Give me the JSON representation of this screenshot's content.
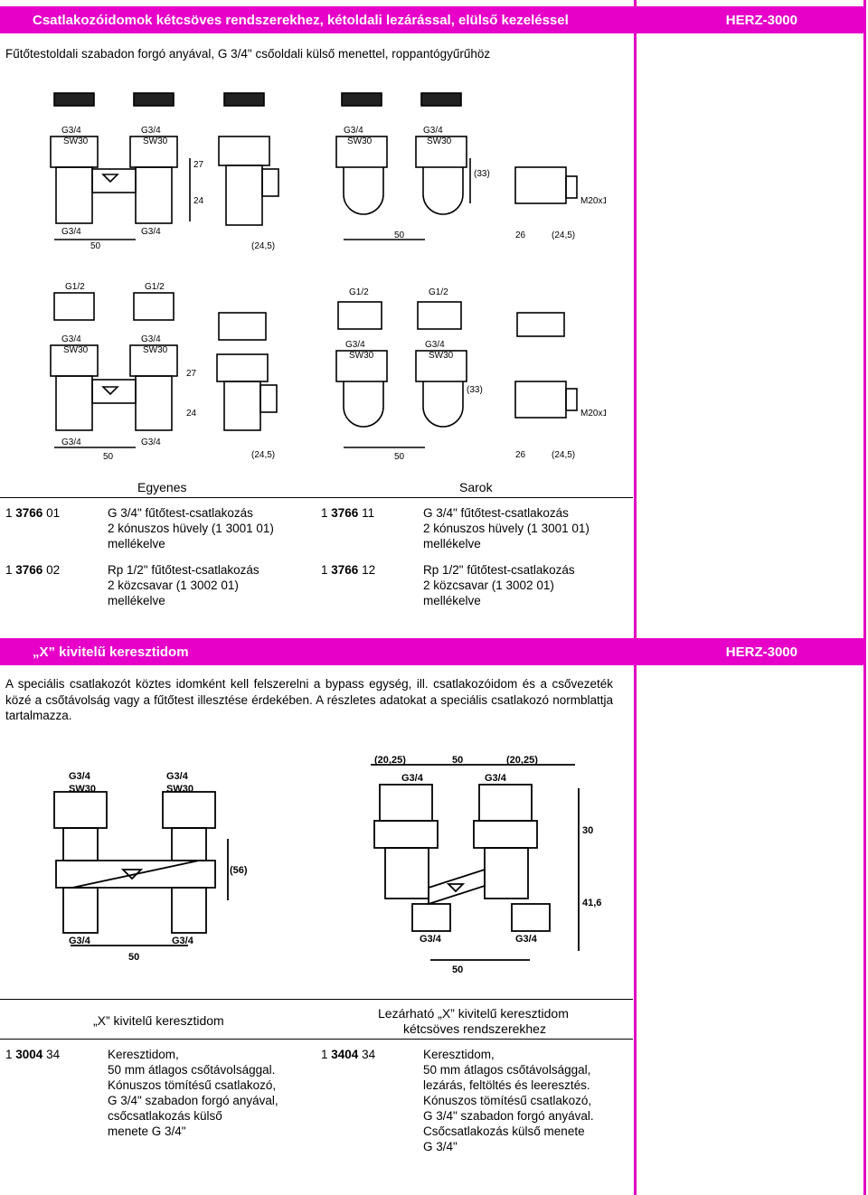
{
  "header1": {
    "title": "Csatlakozóidomok kétcsöves rendszerekhez, kétoldali lezárással, elülső kezeléssel",
    "brand": "HERZ-3000"
  },
  "subtitle": "Fűtőtestoldali szabadon forgó anyával, G 3/4\" csőoldali külső menettel, roppantógyűrűhöz",
  "drawing_labels": {
    "g34": "G3/4",
    "sw30": "SW30",
    "g12": "G1/2",
    "d50": "50",
    "d27": "27",
    "d24": "24",
    "d245": "(24,5)",
    "d33": "(33)",
    "d26": "26",
    "m20": "M20x1"
  },
  "table1": {
    "left_head": "Egyenes",
    "right_head": "Sarok",
    "left": [
      {
        "code_pre": "1 ",
        "code_bold": "3766",
        "code_post": " 01",
        "lines": [
          "G 3/4\" fűtőtest-csatlakozás",
          "2 kónuszos hüvely (1 3001 01)",
          "mellékelve"
        ]
      },
      {
        "code_pre": "1 ",
        "code_bold": "3766",
        "code_post": " 02",
        "lines": [
          "Rp 1/2\" fűtőtest-csatlakozás",
          "2 közcsavar (1 3002 01)",
          "mellékelve"
        ]
      }
    ],
    "right": [
      {
        "code_pre": "1 ",
        "code_bold": "3766",
        "code_post": " 11",
        "lines": [
          "G 3/4\" fűtőtest-csatlakozás",
          "2 kónuszos hüvely (1 3001 01)",
          "mellékelve"
        ]
      },
      {
        "code_pre": "1 ",
        "code_bold": "3766",
        "code_post": " 12",
        "lines": [
          "Rp 1/2\" fűtőtest-csatlakozás",
          "2 közcsavar (1 3002 01)",
          "mellékelve"
        ]
      }
    ]
  },
  "header2": {
    "title": "„X” kivitelű keresztidom",
    "brand": "HERZ-3000"
  },
  "paragraph": "A speciális csatlakozót köztes idomként kell felszerelni a bypass egység, ill. csatlakozóidom és a csővezeték közé a csőtávolság vagy a fűtőtest illesztése érdekében. A részletes adatokat a speciális csatlakozó normblattja tartalmazza.",
  "x_drawing_labels": {
    "g34": "G3/4",
    "sw30": "SW30",
    "d56": "(56)",
    "d50": "50",
    "d2025": "(20,25)",
    "d30": "30",
    "d416": "41,6"
  },
  "table2": {
    "left_head": "„X” kivitelű keresztidom",
    "right_head_1": "Lezárható „X” kivitelű keresztidom",
    "right_head_2": "kétcsöves rendszerekhez",
    "left": {
      "code_pre": "1 ",
      "code_bold": "3004",
      "code_post": " 34",
      "lines": [
        "Keresztidom,",
        "50 mm átlagos csőtávolsággal.",
        "Kónuszos tömítésű csatlakozó,",
        "G 3/4\" szabadon forgó anyával,",
        "csőcsatlakozás külső",
        "menete G 3/4\""
      ]
    },
    "right": {
      "code_pre": "1 ",
      "code_bold": "3404",
      "code_post": " 34",
      "lines": [
        "Keresztidom,",
        "50 mm átlagos csőtávolsággal,",
        "lezárás, feltöltés és leeresztés.",
        "Kónuszos tömítésű csatlakozó,",
        "G 3/4\" szabadon forgó anyával.",
        "Csőcsatlakozás külső menete",
        "G 3/4\""
      ]
    }
  },
  "colors": {
    "accent": "#e600c8"
  }
}
